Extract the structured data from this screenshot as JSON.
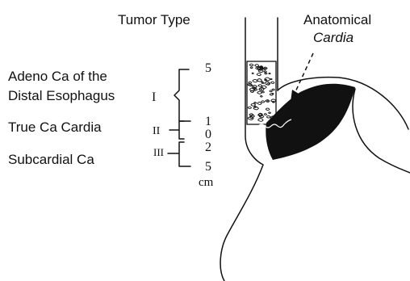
{
  "diagram": {
    "tumor_type_heading": "Tumor Type",
    "anatomical_label_line1": "Anatomical",
    "anatomical_label_line2": "Cardia",
    "tumor_types": [
      {
        "name": "Adeno Ca of the",
        "name_line2": "Distal Esophagus",
        "numeral": "I"
      },
      {
        "name": "True Ca Cardia",
        "numeral": "II"
      },
      {
        "name": "Subcardial Ca",
        "numeral": "III"
      }
    ],
    "scale": {
      "ticks": [
        "5",
        "1",
        "0",
        "2",
        "5"
      ],
      "unit": "cm"
    },
    "colors": {
      "ink": "#111111",
      "background": "#ffffff"
    }
  }
}
